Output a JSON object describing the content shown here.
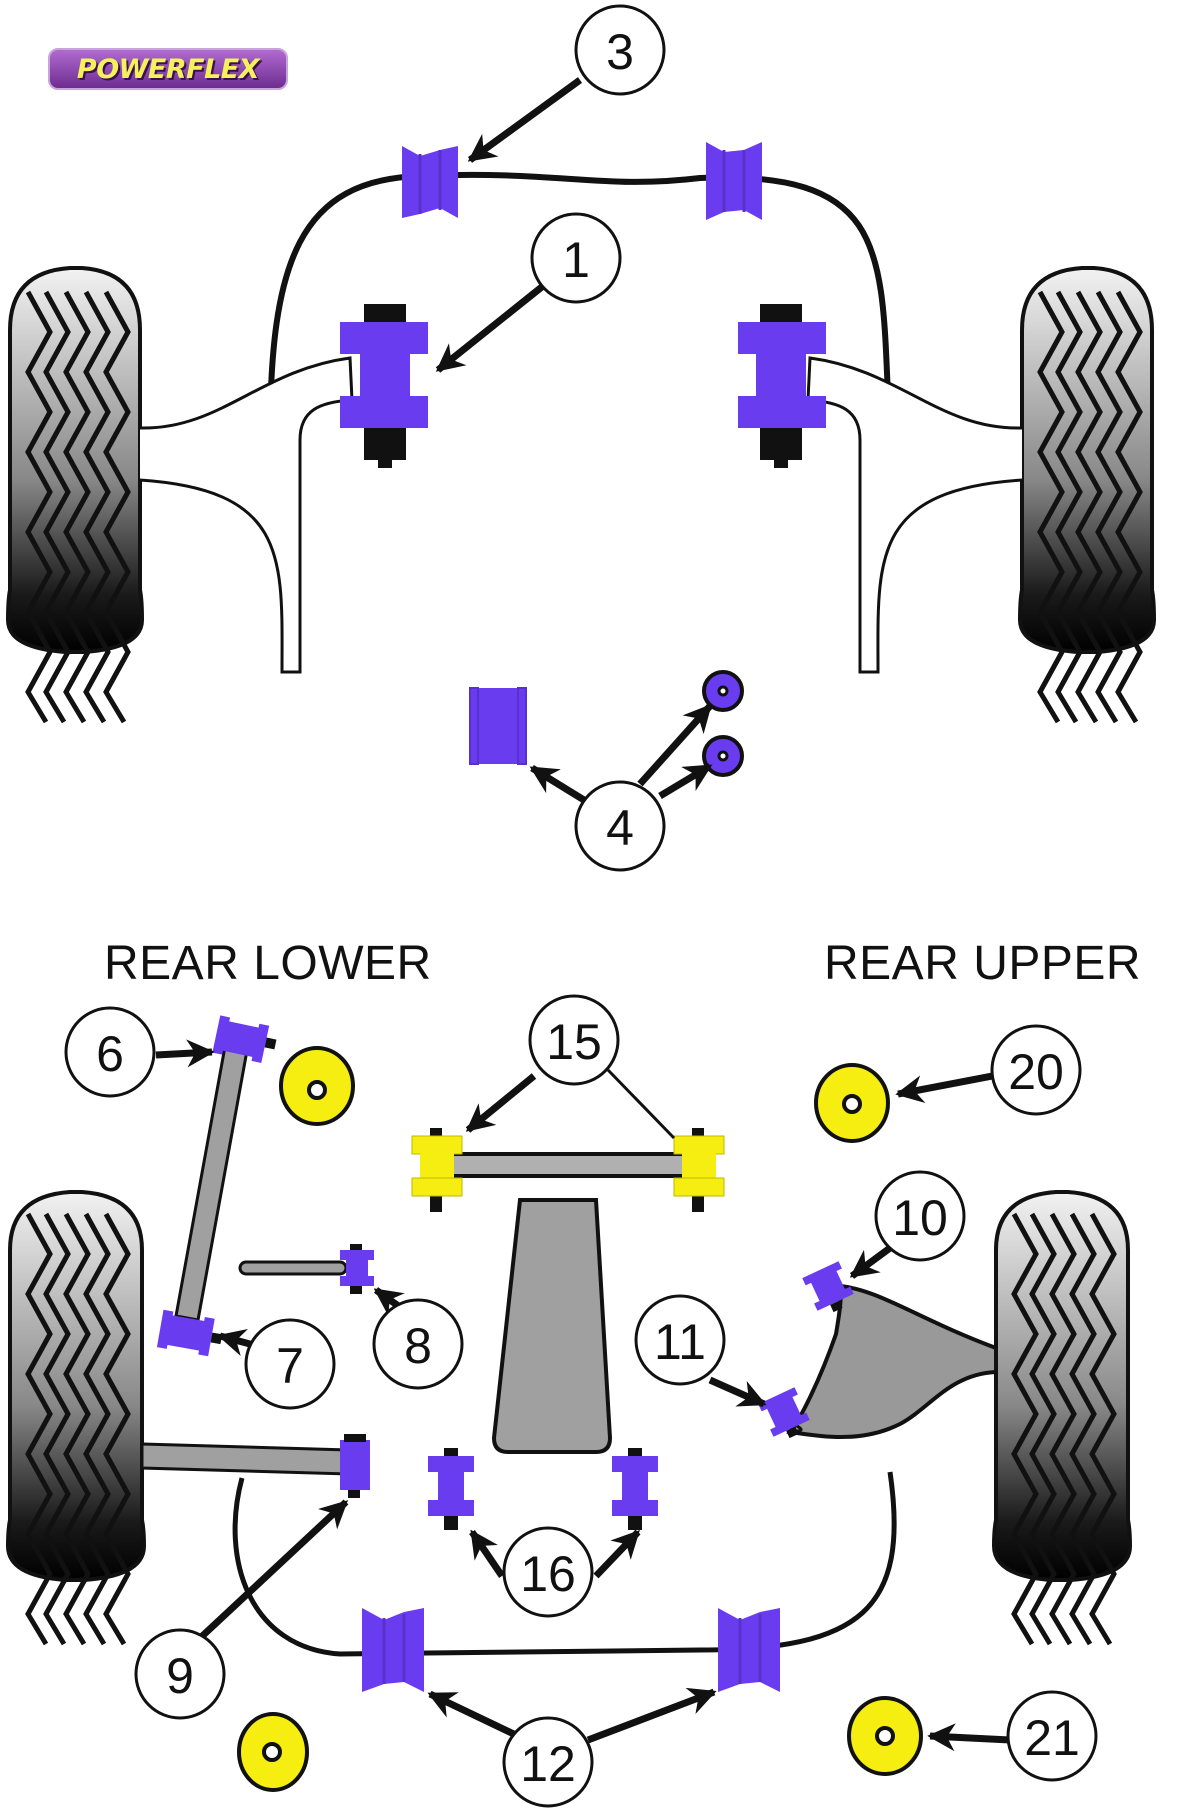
{
  "brand": {
    "logo_text": "POWERFLEX"
  },
  "sections": {
    "rear_lower": "REAR LOWER",
    "rear_upper": "REAR UPPER"
  },
  "callouts": [
    {
      "id": "c3",
      "label": "3"
    },
    {
      "id": "c1",
      "label": "1"
    },
    {
      "id": "c4",
      "label": "4"
    },
    {
      "id": "c6",
      "label": "6"
    },
    {
      "id": "c15",
      "label": "15"
    },
    {
      "id": "c20",
      "label": "20"
    },
    {
      "id": "c10",
      "label": "10"
    },
    {
      "id": "c7",
      "label": "7"
    },
    {
      "id": "c8",
      "label": "8"
    },
    {
      "id": "c11",
      "label": "11"
    },
    {
      "id": "c16",
      "label": "16"
    },
    {
      "id": "c9",
      "label": "9"
    },
    {
      "id": "c12",
      "label": "12"
    },
    {
      "id": "c21",
      "label": "21"
    }
  ],
  "colors": {
    "bush_purple": "#6a3cf0",
    "bush_yellow": "#f5ee10",
    "arm_gray": "#a0a0a0",
    "outline": "#111111",
    "logo_purple": "#7a3a9e",
    "logo_yellow": "#f4f15a"
  }
}
